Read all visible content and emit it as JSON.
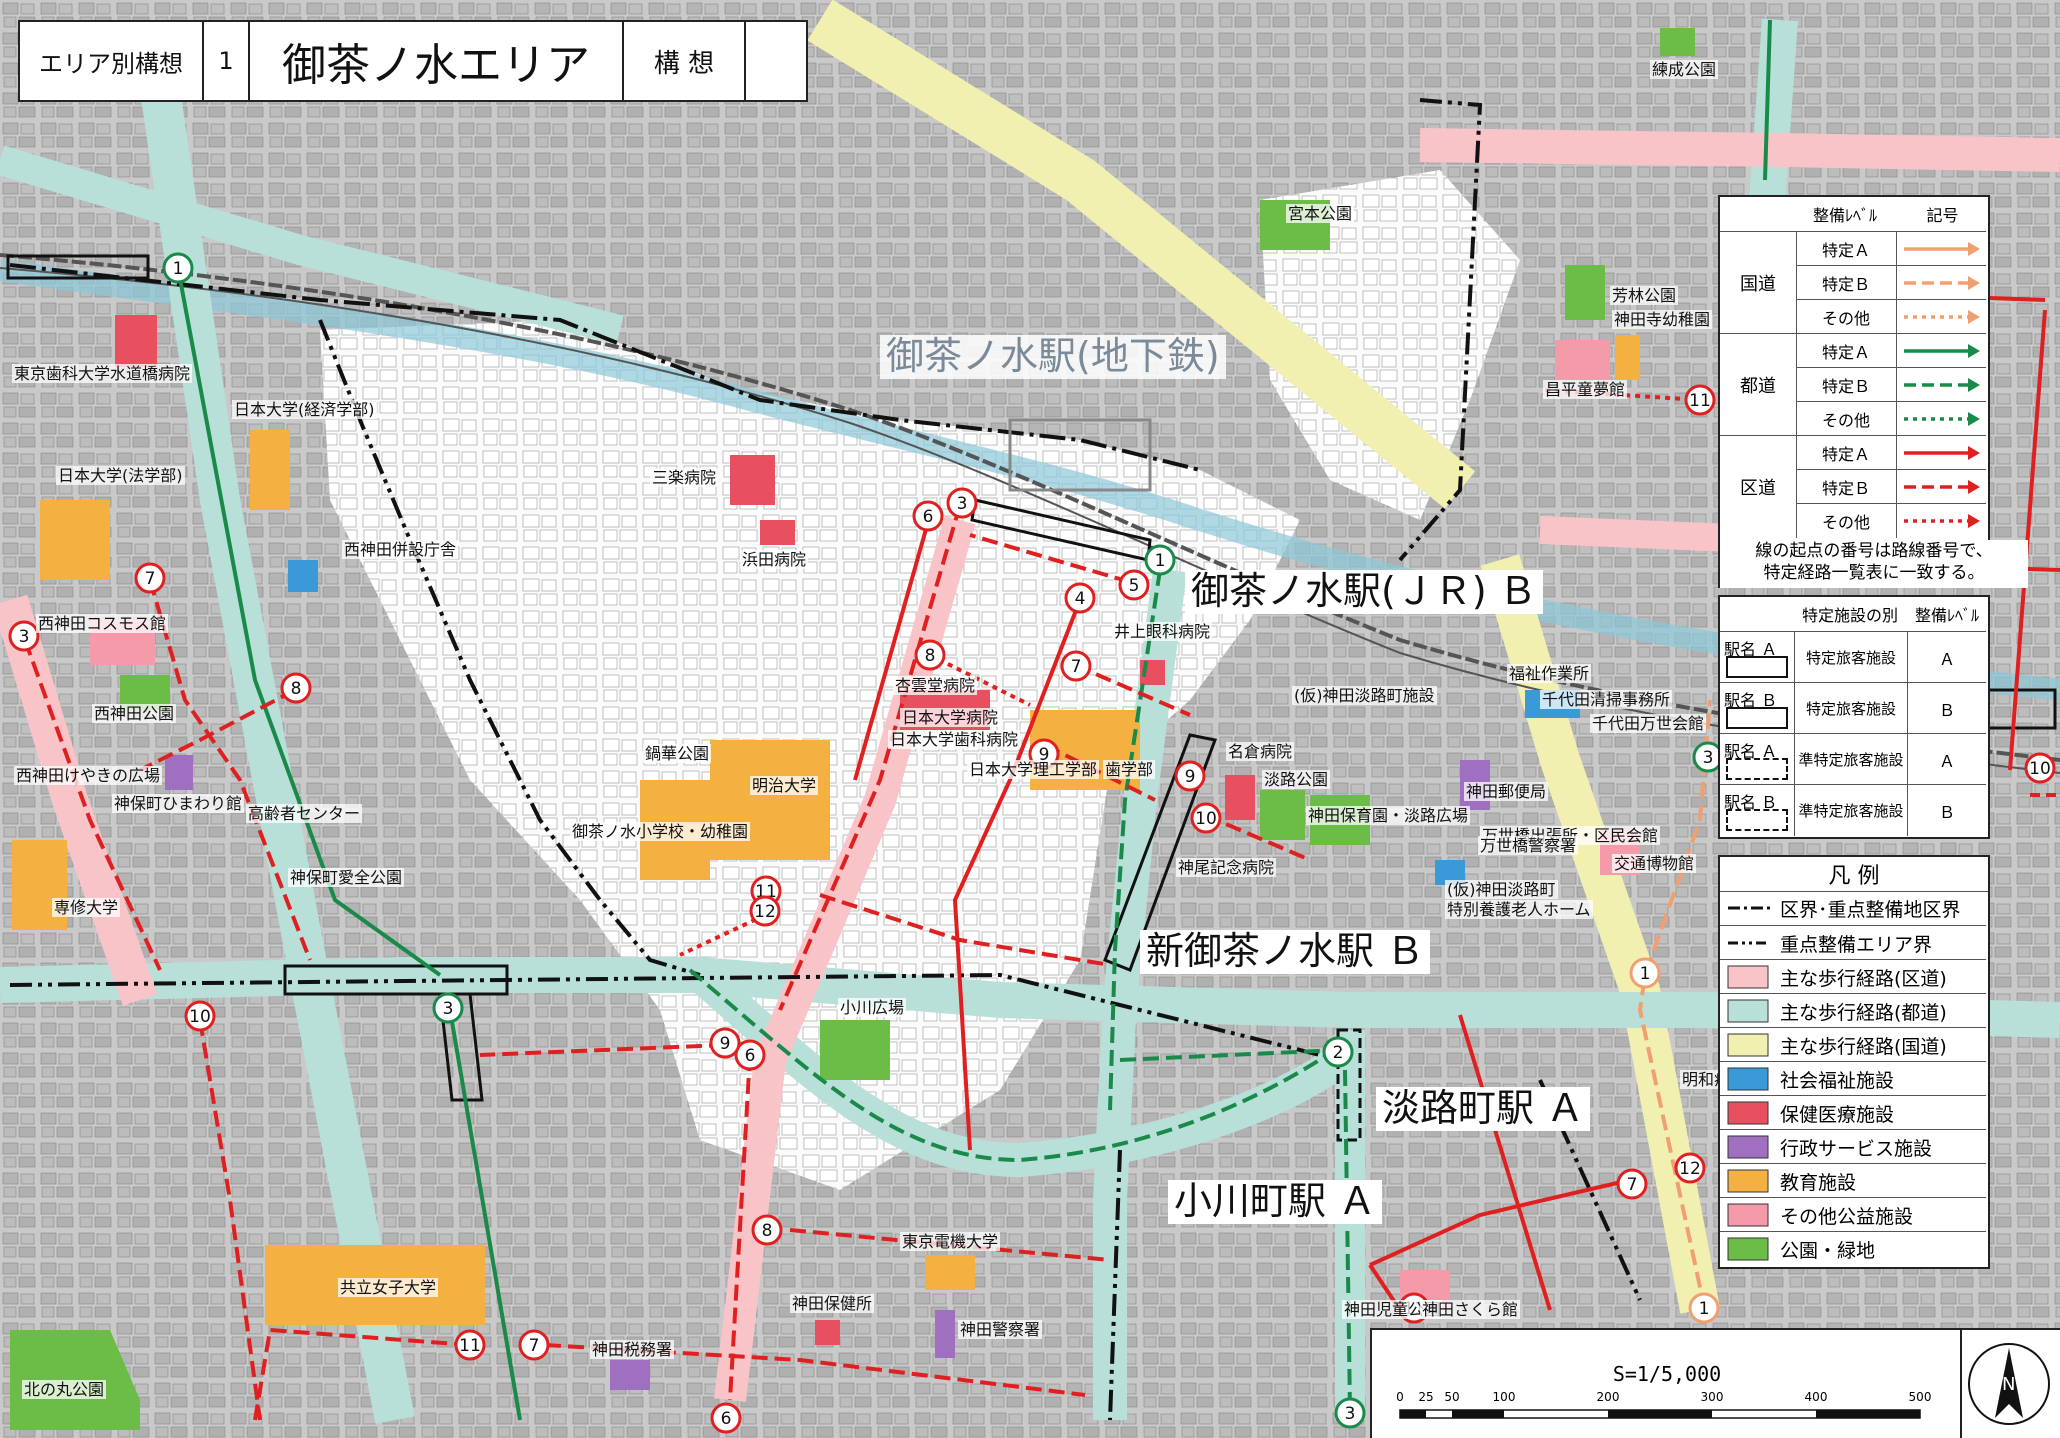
{
  "title": {
    "area_label": "エリア別構想",
    "number": "1",
    "area_name": "御茶ノ水エリア",
    "kind": "構 想"
  },
  "stations": [
    {
      "id": "metro",
      "text": "御茶ノ水駅(地下鉄)"
    },
    {
      "id": "jr",
      "text": "御茶ノ水駅(ＪＲ) Ｂ"
    },
    {
      "id": "shin",
      "text": "新御茶ノ水駅 Ｂ"
    },
    {
      "id": "awaji",
      "text": "淡路町駅 Ａ"
    },
    {
      "id": "ogawa",
      "text": "小川町駅 Ａ"
    }
  ],
  "places": [
    "東京歯科大学水道橋病院",
    "日本大学(経済学部)",
    "日本大学(法学部)",
    "西神田併設庁舎",
    "三楽病院",
    "浜田病院",
    "西神田コスモス館",
    "西神田公園",
    "西神田けやきの広場",
    "神保町ひまわり館",
    "高齢者センター",
    "神保町愛全公園",
    "専修大学",
    "鍋華公園",
    "明治大学",
    "御茶ノ水小学校・幼稚園",
    "杏雲堂病院",
    "日本大学病院",
    "日本大学歯科病院",
    "日本大学理工学部",
    "歯学部",
    "井上眼科病院",
    "(仮)神田淡路町施設",
    "名倉病院",
    "淡路公園",
    "神田保育園・淡路広場",
    "神尾記念病院",
    "(仮)神田淡路町",
    "特別養護老人ホーム",
    "小川広場",
    "東京電機大学",
    "神田保健所",
    "神田警察署",
    "神田税務署",
    "共立女子大学",
    "北の丸公園",
    "神田児童公園",
    "神田さくら館",
    "宮本公園",
    "芳林公園",
    "神田寺幼稚園",
    "昌平童夢館",
    "練成公園",
    "福祉作業所",
    "千代田清掃事務所",
    "千代田万世会館",
    "神田郵便局",
    "万世橋出張所・区民会館",
    "万世橋警察署",
    "交通博物館",
    "明和病院"
  ],
  "route_markers": [
    {
      "n": "1",
      "c": "#1a8a4a"
    },
    {
      "n": "1",
      "c": "#1a8a4a"
    },
    {
      "n": "2",
      "c": "#1a8a4a"
    },
    {
      "n": "3",
      "c": "#1a8a4a"
    },
    {
      "n": "3",
      "c": "#1a8a4a"
    },
    {
      "n": "3",
      "c": "#1a8a4a"
    },
    {
      "n": "3",
      "c": "#e02020"
    },
    {
      "n": "3",
      "c": "#e02020"
    },
    {
      "n": "4",
      "c": "#e02020"
    },
    {
      "n": "5",
      "c": "#e02020"
    },
    {
      "n": "6",
      "c": "#e02020"
    },
    {
      "n": "6",
      "c": "#e02020"
    },
    {
      "n": "6",
      "c": "#e02020"
    },
    {
      "n": "7",
      "c": "#e02020"
    },
    {
      "n": "7",
      "c": "#e02020"
    },
    {
      "n": "7",
      "c": "#e02020"
    },
    {
      "n": "7",
      "c": "#e02020"
    },
    {
      "n": "8",
      "c": "#e02020"
    },
    {
      "n": "8",
      "c": "#e02020"
    },
    {
      "n": "8",
      "c": "#e02020"
    },
    {
      "n": "9",
      "c": "#e02020"
    },
    {
      "n": "9",
      "c": "#e02020"
    },
    {
      "n": "9",
      "c": "#e02020"
    },
    {
      "n": "10",
      "c": "#e02020"
    },
    {
      "n": "10",
      "c": "#e02020"
    },
    {
      "n": "10",
      "c": "#e02020"
    },
    {
      "n": "11",
      "c": "#e02020"
    },
    {
      "n": "11",
      "c": "#e02020"
    },
    {
      "n": "11",
      "c": "#e02020"
    },
    {
      "n": "11",
      "c": "#e02020"
    },
    {
      "n": "12",
      "c": "#e02020"
    },
    {
      "n": "12",
      "c": "#e02020"
    },
    {
      "n": "1",
      "c": "#f0a070"
    },
    {
      "n": "1",
      "c": "#f0a070"
    }
  ],
  "route_legend": {
    "head_level": "整備ﾚﾍﾞﾙ",
    "head_symbol": "記号",
    "groups": [
      {
        "name": "国道",
        "color": "#f0a070",
        "rows": [
          "特定Ａ",
          "特定Ｂ",
          "その他"
        ]
      },
      {
        "name": "都道",
        "color": "#1a8a4a",
        "rows": [
          "特定Ａ",
          "特定Ｂ",
          "その他"
        ]
      },
      {
        "name": "区道",
        "color": "#e02020",
        "rows": [
          "特定Ａ",
          "特定Ｂ",
          "その他"
        ]
      }
    ],
    "note_line1": "線の起点の番号は路線番号で、",
    "note_line2": "特定経路一覧表に一致する。"
  },
  "facility_legend": {
    "head_type": "特定施設の別",
    "head_level": "整備ﾚﾍﾞﾙ",
    "rows": [
      {
        "sym": "駅名 Ａ",
        "type": "特定旅客施設",
        "level": "Ａ"
      },
      {
        "sym": "駅名 Ｂ",
        "type": "特定旅客施設",
        "level": "Ｂ"
      },
      {
        "sym": "駅名 Ａ",
        "type": "準特定旅客施設",
        "level": "Ａ"
      },
      {
        "sym": "駅名 Ｂ",
        "type": "準特定旅客施設",
        "level": "Ｂ"
      }
    ]
  },
  "hanrei": {
    "title": "凡 例",
    "items": [
      {
        "kind": "line1",
        "text": "区界･重点整備地区界"
      },
      {
        "kind": "line2",
        "text": "重点整備エリア界"
      },
      {
        "kind": "fill",
        "color": "#f8c4c8",
        "text": "主な歩行経路(区道)"
      },
      {
        "kind": "fill",
        "color": "#b8e0d8",
        "text": "主な歩行経路(都道)"
      },
      {
        "kind": "fill",
        "color": "#f2f0b0",
        "text": "主な歩行経路(国道)"
      },
      {
        "kind": "fill",
        "color": "#3a9ad8",
        "text": "社会福祉施設"
      },
      {
        "kind": "fill",
        "color": "#e85060",
        "text": "保健医療施設"
      },
      {
        "kind": "fill",
        "color": "#a070c0",
        "text": "行政サービス施設"
      },
      {
        "kind": "fill",
        "color": "#f4b040",
        "text": "教育施設"
      },
      {
        "kind": "fill",
        "color": "#f49aa8",
        "text": "その他公益施設"
      },
      {
        "kind": "fill",
        "color": "#6cbc48",
        "text": "公園・緑地"
      }
    ]
  },
  "scale": {
    "label": "S=1/5,000",
    "ticks": [
      "0",
      "25",
      "50",
      "100",
      "200",
      "300",
      "400",
      "500"
    ]
  },
  "north": "N",
  "colors": {
    "base_gray": "#c9c9c9",
    "block_gray": "#a8a8a8",
    "ward_pink": "#f8c4c8",
    "metro_mint": "#b8e0d8",
    "national_yellow": "#f2f0b0",
    "route_red": "#e02020",
    "route_green": "#1a8a4a",
    "route_orange": "#f0a070"
  }
}
